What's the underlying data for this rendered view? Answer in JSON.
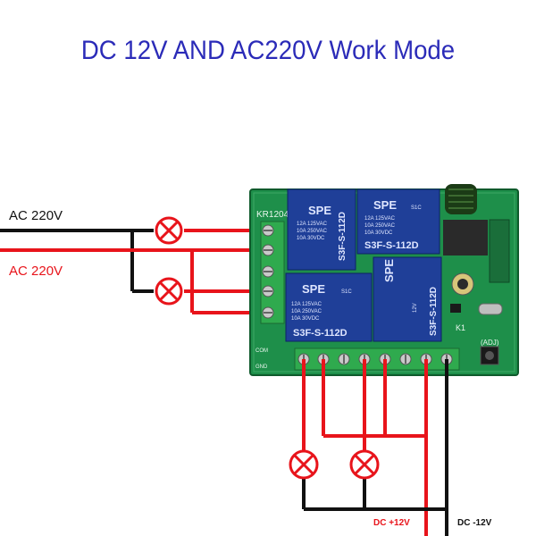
{
  "title": "DC 12V AND AC220V Work Mode",
  "labels": {
    "ac_top": "AC 220V",
    "ac_bottom": "AC 220V",
    "dc_plus": "DC +12V",
    "dc_minus": "DC -12V"
  },
  "board": {
    "model": "KR1204",
    "relay_brand": "SPE",
    "relay_model": "S3F-S-112D",
    "relay_code": "S1C",
    "relay_coil": "12V",
    "relay_rating_1": "12A 125VAC",
    "relay_rating_2": "10A 250VAC",
    "relay_rating_3": "10A 30VDC",
    "k1_label": "K1",
    "adj_label": "(ADJ)",
    "com_label": "COM",
    "gnd_label": "GND"
  },
  "colors": {
    "title": "#2b2bb8",
    "wire_red": "#e8141b",
    "wire_black": "#111111",
    "pcb_green": "#1e8f4a",
    "relay_blue": "#1f3f98",
    "terminal_green": "#2faa4e",
    "label_red": "#e8141b"
  },
  "icons": [
    "lamp-icon",
    "relay-icon",
    "terminal-screw-icon",
    "antenna-coil-icon"
  ]
}
